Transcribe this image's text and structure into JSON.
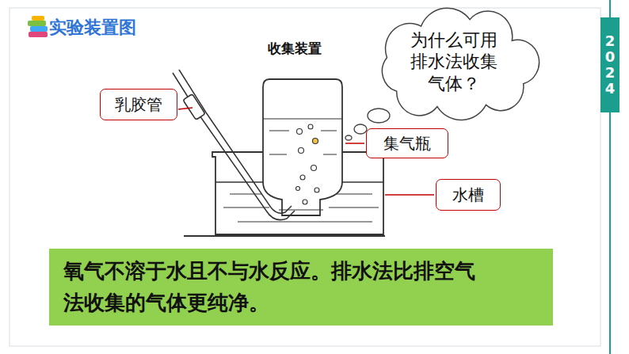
{
  "diagram": {
    "title": "实验装置图",
    "nodes": [
      {
        "text": [
          "为什么可用 排水法收集 气体？"
        ]
      },
      {
        "text": [
          "乳胶管"
        ]
      },
      {
        "text": [
          "集气瓶"
        ]
      },
      {
        "text": [
          "水槽"
        ]
      },
      {
        "text": [
          "氧气不溶于水且不与水反应。排水法比排空气 法收集的气体更纯净。"
        ]
      },
      {
        "text": [
          "2024"
        ]
      }
    ],
    "labels": [
      "收集装置"
    ]
  }
}
